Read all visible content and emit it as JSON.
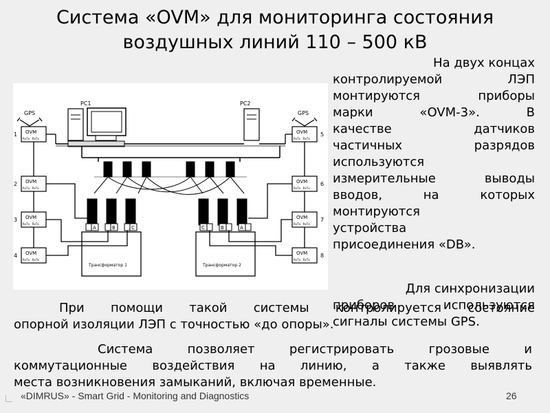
{
  "slide": {
    "title_line1": "Система «OVM» для мониторинга состояния",
    "title_line2": "воздушных линий 110 – 500 кВ",
    "right_para1": [
      "На двух концах",
      "контролируемой ЛЭП",
      "монтируются приборы",
      "марки «OVM-3». В",
      "качестве датчиков",
      "частичных разрядов",
      "используются",
      "измерительные выводы",
      "вводов, на которых",
      "монтируются",
      "устройства",
      "присоединения «DB»."
    ],
    "right_para2": [
      "Для синхронизации",
      "приборов используются",
      "сигналы системы GPS."
    ],
    "para3": [
      "При помощи такой системы контролируется состояние",
      "опорной изоляции ЛЭП с точностью «до опоры»."
    ],
    "para4": [
      "Система позволяет регистрировать грозовые и",
      "коммутационные воздействия на линию, а также выявлять",
      "места возникновения замыканий, включая временные."
    ],
    "footer": "«DIMRUS» - Smart Grid  -  Monitoring and Diagnostics",
    "page_number": "26"
  },
  "diagram": {
    "pc1": "PC1",
    "pc2": "PC2",
    "gps_left": "GPS",
    "gps_right": "GPS",
    "ovm_label": "OVM",
    "ovm_sub": "RxTx   RxTx",
    "left_numbers": [
      "1",
      "2",
      "3",
      "4"
    ],
    "right_numbers": [
      "5",
      "6",
      "7",
      "8"
    ],
    "transformer1": "Трансформатор 1",
    "transformer2": "Трансформатор 2",
    "bushings_left": [
      "A",
      "B",
      "C"
    ],
    "bushings_right": [
      "C",
      "B",
      "A"
    ]
  }
}
